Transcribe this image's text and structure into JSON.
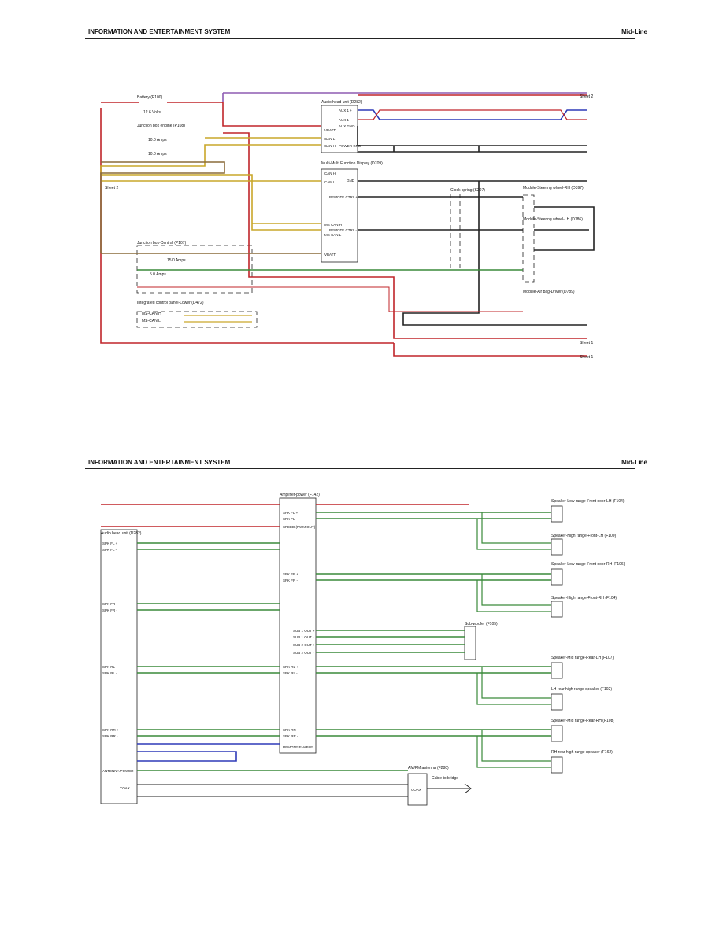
{
  "page": {
    "header_title": "INFORMATION AND ENTERTAINMENT SYSTEM",
    "header_right": "Mid-Line"
  },
  "diagram1": {
    "battery": "Battery (P100)",
    "battery_v": "12.6 Volts",
    "jb_engine": "Junction box engine (P108)",
    "jb_a": "10.0 Amps",
    "jb_b": "10.0 Amps",
    "ahu": "Audio head unit (D282)",
    "mfd": "Multi-Multi Function Display (D709)",
    "jb_central": "Junction box-Central (P107)",
    "fuse_a": "15.0 Amps",
    "fuse_b": "5.0 Amps",
    "icp": "Integrated control panel-Lower (D472)",
    "ms_can_h": "MS-CAN H",
    "ms_can_l": "MS-CAN L",
    "clock_spring": "Clock spring (S207)",
    "steer_rh": "Module-Steering wheel-RH (D397)",
    "steer_lh": "Module-Steering wheel-LH (D786)",
    "airbag": "Module-Air bag-Driver (D789)",
    "sheet1": "Sheet 1",
    "sheet2": "Sheet 2",
    "pins": {
      "aux1p": "AUX 1 +",
      "aux1m": "AUX 1 -",
      "auxgnd": "AUX GND",
      "vbatt": "VBATT",
      "canl": "CAN L",
      "canh": "CAN H",
      "powergnd": "POWER GND",
      "gnd": "GND",
      "remote": "REMOTE CTRL +",
      "remote2": "REMOTE CTRL -",
      "mscanh": "MS CAN H",
      "mscanl": "MS CAN L"
    }
  },
  "diagram2": {
    "amp": "Amplifier-power (F142)",
    "ahu": "Audio head unit (D282)",
    "spk_fl_low": "Speaker-Low range-Front door-LH (F104)",
    "spk_fl_high": "Speaker-High range-Front-LH (F100)",
    "spk_fr_low": "Speaker-Low range-Front door-RH (F106)",
    "spk_fr_high": "Speaker-High range-Front-RH (F104)",
    "sub": "Sub-woofer (F105)",
    "spk_rl_mid": "Speaker-Mid range-Rear-LH (F107)",
    "spk_rl_high": "LH rear high range speaker (F102)",
    "spk_rr_mid": "Speaker-Mid range-Rear-RH (F108)",
    "spk_rr_high": "RH rear high range speaker (F162)",
    "antenna": "AM/FM antenna (F280)",
    "remote_enable": "REMOTE ENABLE",
    "speed": "SPEED (PWM OUT)",
    "antenna_power": "ANTENNA POWER",
    "coax": "COAX",
    "cable_to_bridge": "Cable to bridge",
    "pins": {
      "spkfl_p": "SPK FL +",
      "spkfl_m": "SPK FL -",
      "spkfr_p": "SPK FR +",
      "spkfr_m": "SPK FR -",
      "spkrl_p": "SPK RL +",
      "spkrl_m": "SPK RL -",
      "spkrr_p": "SPK RR +",
      "spkrr_m": "SPK RR -",
      "sub1p": "SUB 1 OUT +",
      "sub1m": "SUB 1 OUT -",
      "sub2p": "SUB 2 OUT +",
      "sub2m": "SUB 2 OUT -"
    }
  }
}
